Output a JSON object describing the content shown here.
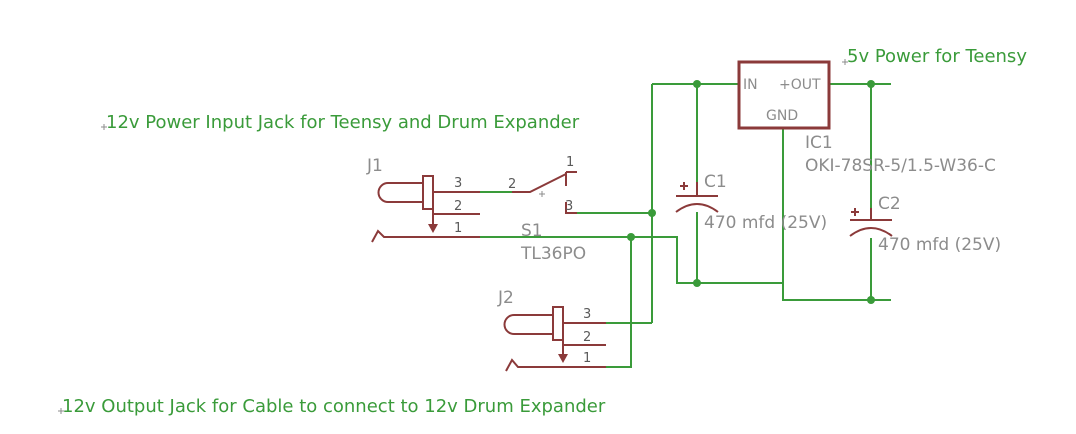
{
  "notes": {
    "power_out": "5v Power for Teensy",
    "power_in": "12v Power Input Jack for Teensy and Drum Expander",
    "output_jack": "12v Output Jack for Cable to connect to 12v Drum Expander"
  },
  "parts": {
    "j1": {
      "name": "J1",
      "pins": [
        "3",
        "2",
        "1"
      ]
    },
    "j2": {
      "name": "J2",
      "pins": [
        "3",
        "2",
        "1"
      ]
    },
    "s1": {
      "name": "S1",
      "value": "TL36PO",
      "pins": [
        "1",
        "2",
        "3"
      ]
    },
    "ic1": {
      "name": "IC1",
      "value": "OKI-78SR-5/1.5-W36-C",
      "pin_in": "IN",
      "pin_out": "+OUT",
      "pin_gnd": "GND"
    },
    "c1": {
      "name": "C1",
      "value": "470 mfd (25V)"
    },
    "c2": {
      "name": "C2",
      "value": "470 mfd (25V)"
    }
  },
  "colors": {
    "wire": "#3a9b3a",
    "part": "#8b3a3a",
    "label": "#8c8c8c"
  }
}
